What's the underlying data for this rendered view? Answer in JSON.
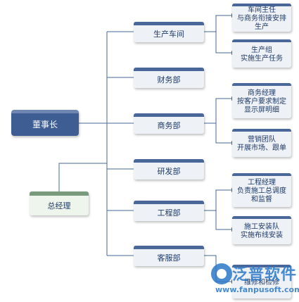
{
  "chart": {
    "ceo": "董事长",
    "general_manager": "总经理",
    "departments": [
      {
        "name": "生产车间",
        "units": [
          {
            "title": "车间主任",
            "duty": "与商务衔接安排生产"
          },
          {
            "title": "生产组",
            "duty": "实施生产任务"
          }
        ]
      },
      {
        "name": "财务部",
        "units": []
      },
      {
        "name": "商务部",
        "units": [
          {
            "title": "商务经理",
            "duty": "按客户要求制定显示屏明细"
          },
          {
            "title": "营销团队",
            "duty": "开展市场、跟单"
          }
        ]
      },
      {
        "name": "研发部",
        "units": []
      },
      {
        "name": "工程部",
        "units": [
          {
            "title": "工程经理",
            "duty": "负责施工总调度和监督"
          },
          {
            "title": "施工安装队",
            "duty": "实施布线安装"
          }
        ]
      },
      {
        "name": "客服部",
        "units": [
          {
            "title": "",
            "duty": "维修和检修"
          }
        ]
      }
    ]
  },
  "watermark": {
    "brand": "泛普软件",
    "url": "www.fanpusoft.com"
  }
}
